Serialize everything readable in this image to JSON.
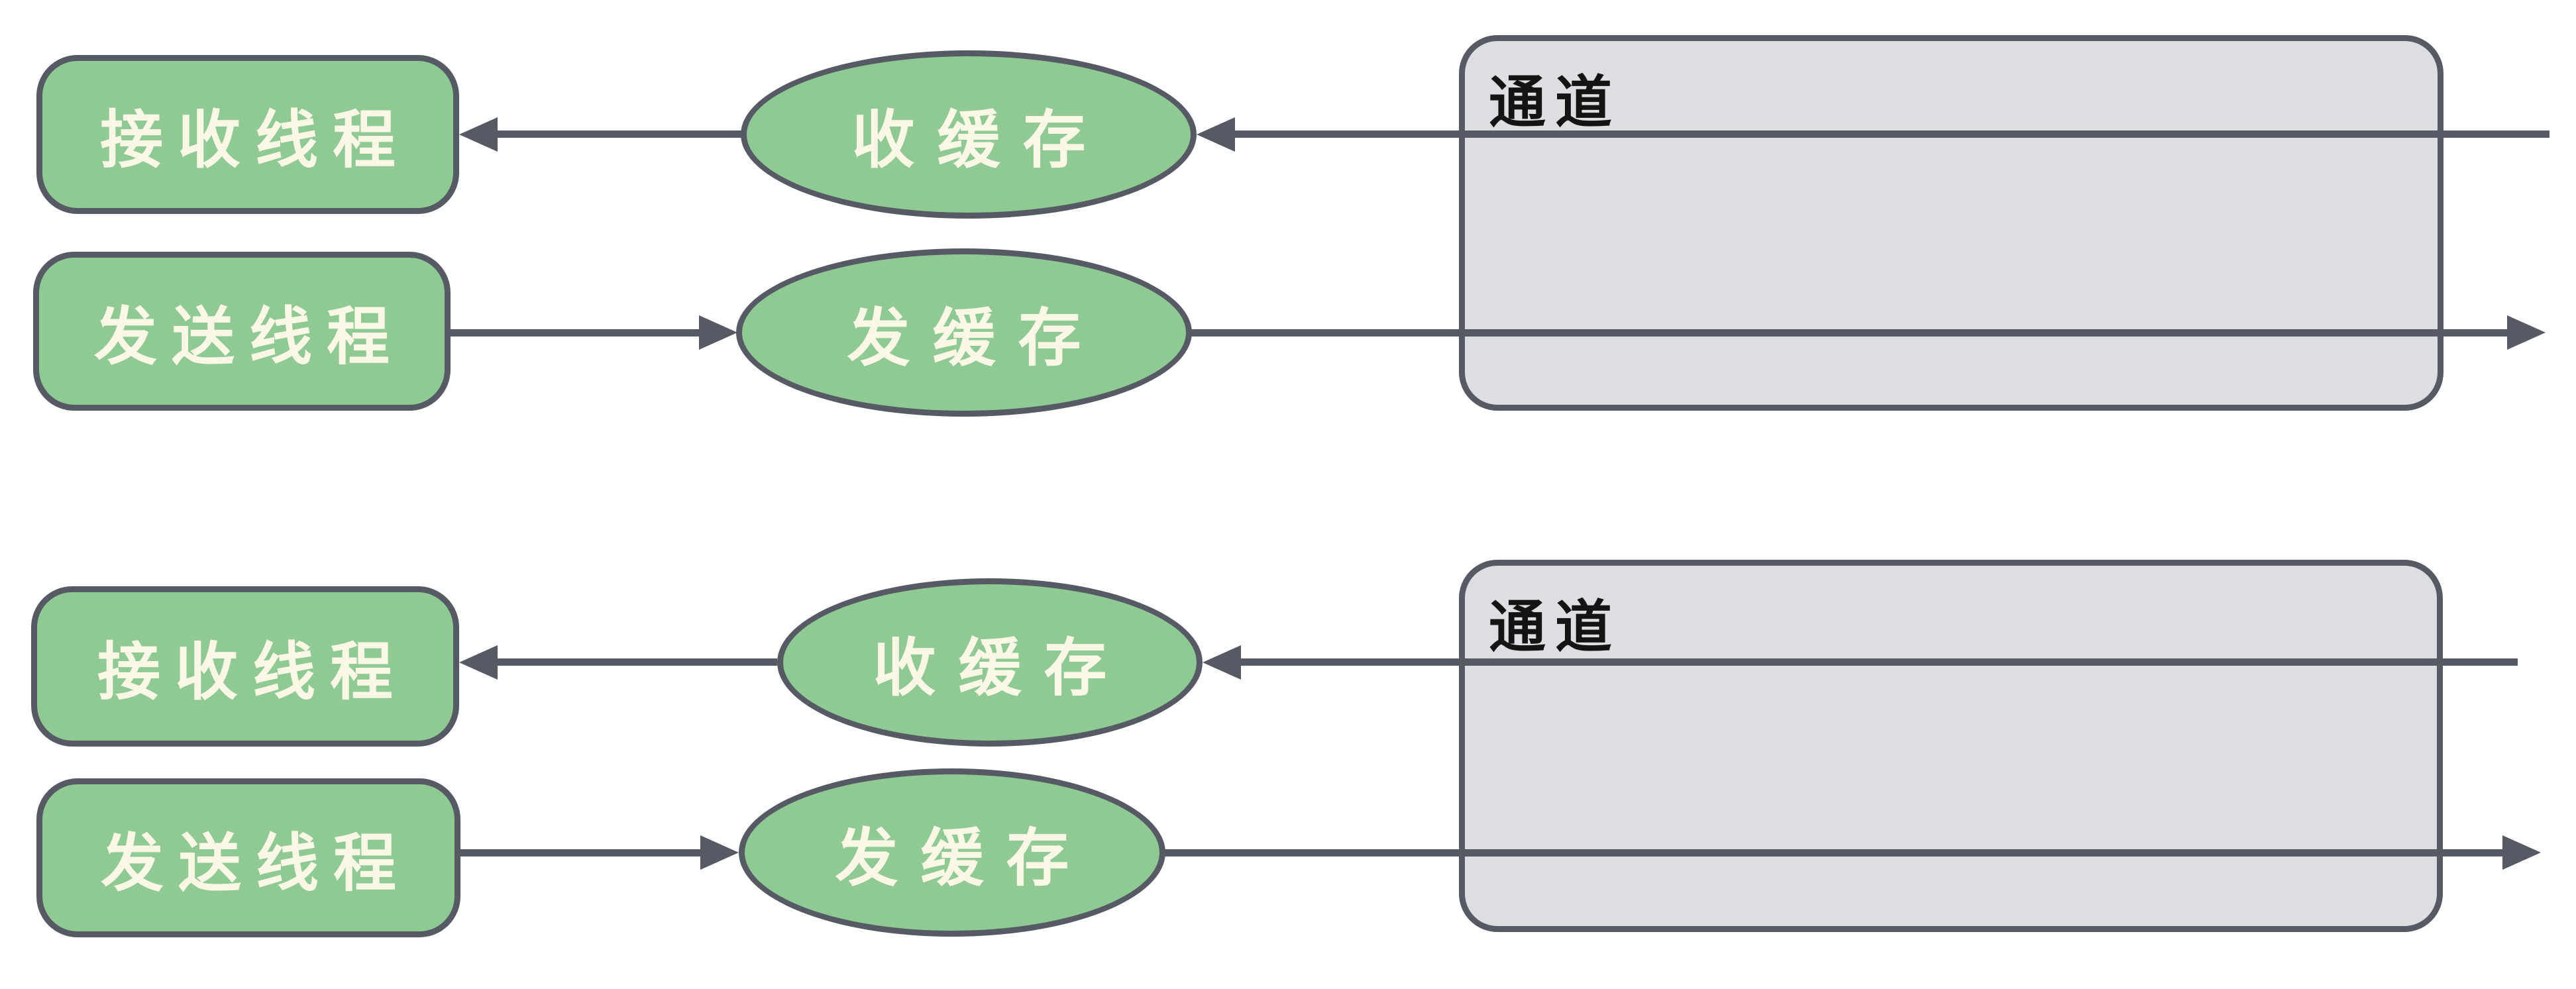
{
  "diagram": {
    "groups": [
      {
        "receive_thread": "接收线程",
        "send_thread": "发送线程",
        "receive_buffer": "收缓存",
        "send_buffer": "发缓存",
        "channel": "通道"
      },
      {
        "receive_thread": "接收线程",
        "send_thread": "发送线程",
        "receive_buffer": "收缓存",
        "send_buffer": "发缓存",
        "channel": "通道"
      }
    ],
    "colors": {
      "node_fill": "#8fc993",
      "node_border": "#555a64",
      "arrow": "#555a64",
      "channel_fill": "#dcdee1",
      "node_text": "#faf8e4",
      "channel_text": "#141414"
    }
  }
}
